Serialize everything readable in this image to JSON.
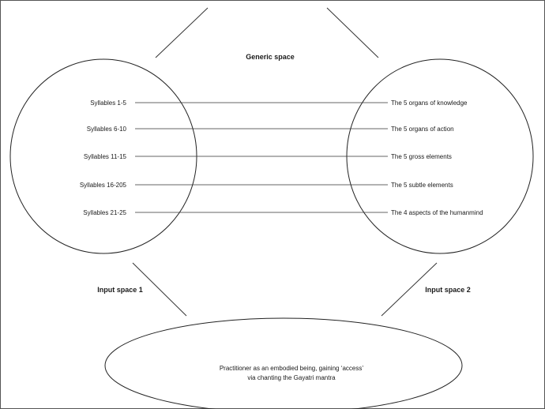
{
  "diagram": {
    "generic_space_label": "Generic space",
    "input_space_1_label": "Input space 1",
    "input_space_2_label": "Input space 2",
    "blend": {
      "line1": "Practitioner as an embodied being, gaining ‘access’",
      "line2": "via chanting the Gayatri mantra"
    },
    "mappings": [
      {
        "left": "Syllables 1-5",
        "right": "The 5 organs of knowledge"
      },
      {
        "left": "Syllables 6-10",
        "right": "The 5 organs of action"
      },
      {
        "left": "Syllables 11-15",
        "right": "The 5 gross elements"
      },
      {
        "left": "Syllables 16-205",
        "right": "The 5 subtle elements"
      },
      {
        "left": "Syllables 21-25",
        "right": "The 4 aspects of the humanmind"
      }
    ]
  }
}
